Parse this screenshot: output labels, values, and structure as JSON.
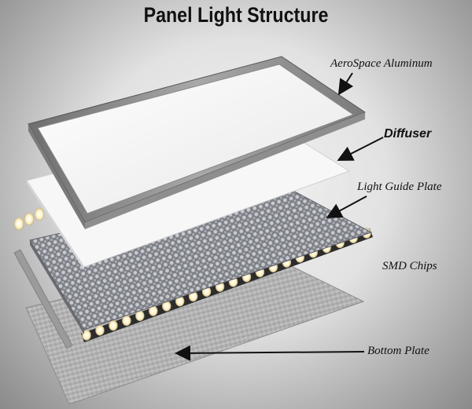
{
  "title": "Panel Light Structure",
  "labels": {
    "aluminum": "AeroSpace Aluminum",
    "diffuser": "Diffuser",
    "light_guide": "Light Guide Plate",
    "smd": "SMD Chips",
    "bottom": "Bottom Plate"
  },
  "colors": {
    "background": "#dcdcdc",
    "frame": "#9a9a9a",
    "arrow": "#111111",
    "led": "#fff6d8"
  }
}
